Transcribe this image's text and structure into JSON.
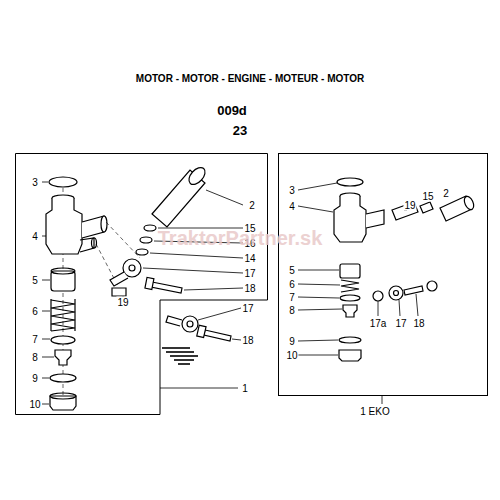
{
  "diagram": {
    "title": "MOTOR - MOTOR - ENGINE - MOTEUR - MOTOR",
    "nodes": [
      {
        "text": [
          "1"
        ]
      },
      {
        "text": [
          "1 EKO"
        ]
      }
    ],
    "labels": [
      "009d",
      "23",
      "3",
      "2",
      "4",
      "15",
      "16",
      "14",
      "17",
      "18",
      "5",
      "19",
      "6",
      "17",
      "18",
      "7",
      "8",
      "9",
      "10",
      "3",
      "4",
      "19",
      "15",
      "2",
      "5",
      "6",
      "7",
      "8",
      "17a",
      "17",
      "18",
      "9",
      "10",
      "TraktorPartner.sk"
    ]
  }
}
